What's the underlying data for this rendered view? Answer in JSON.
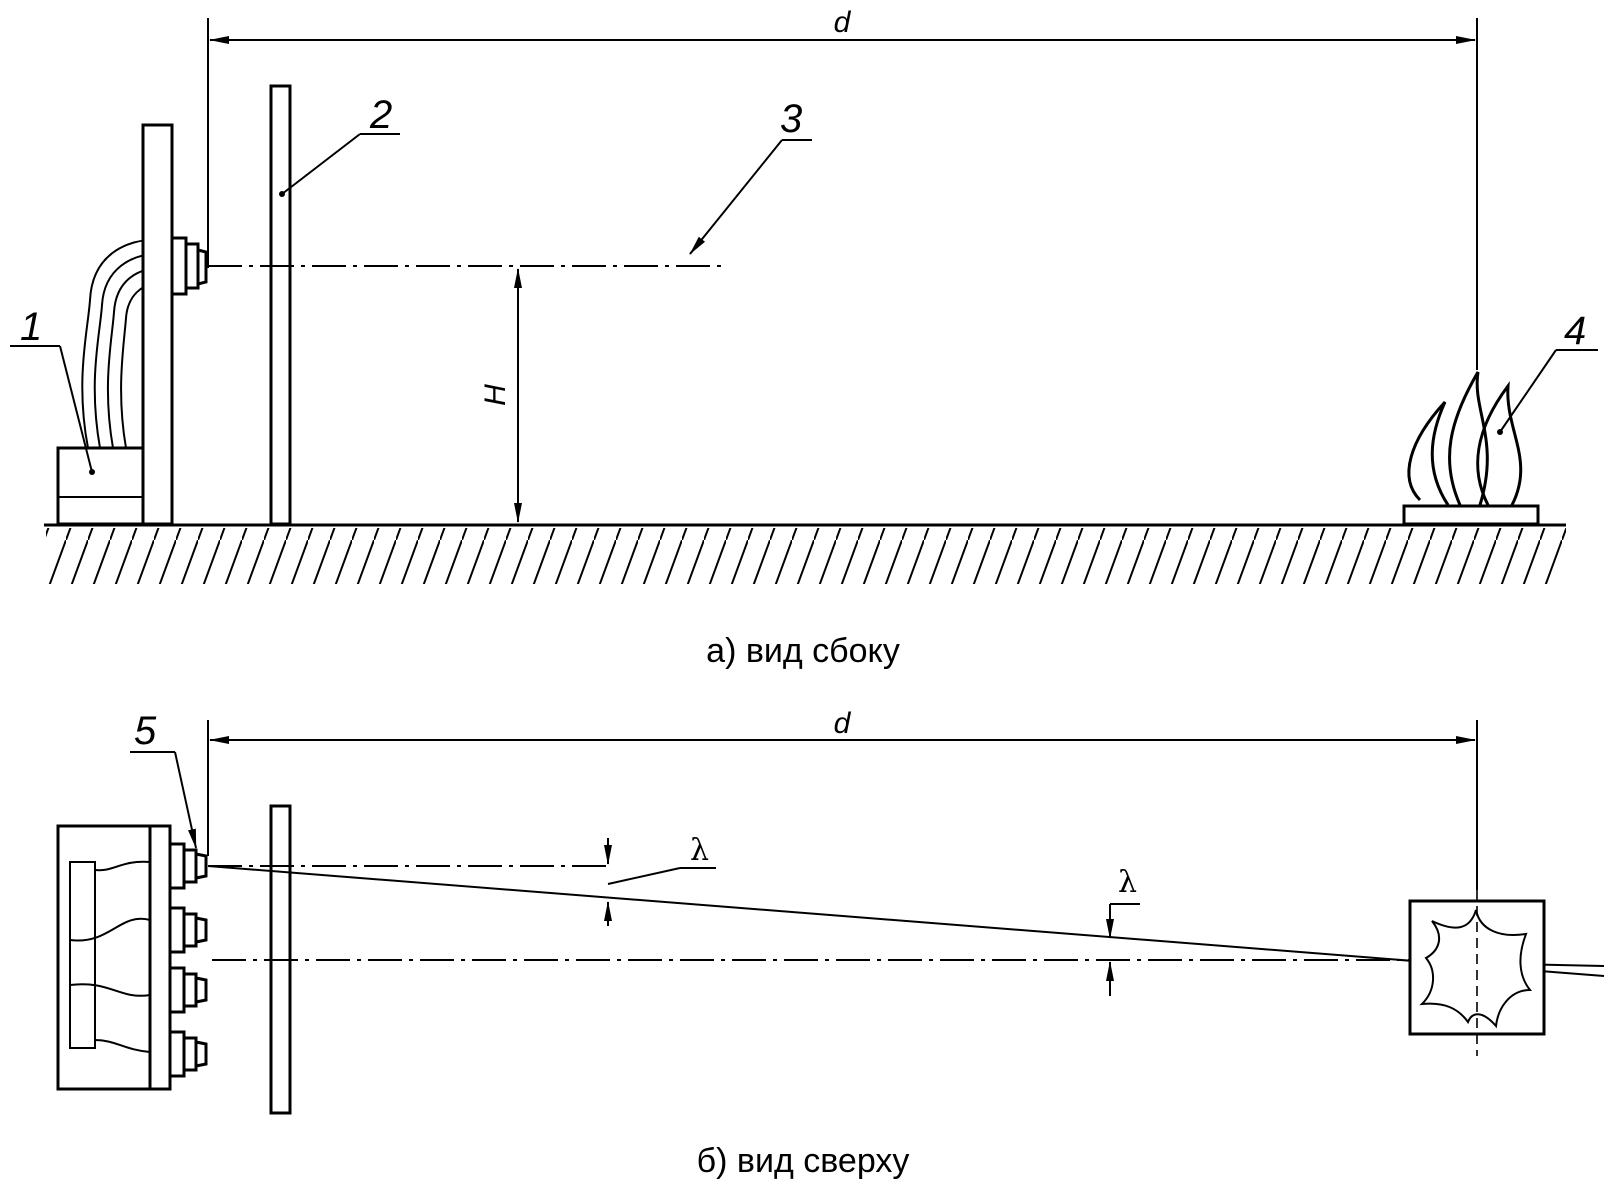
{
  "side_view": {
    "caption": "а) вид сбоку",
    "dim_d": "d",
    "dim_h": "H",
    "labels": {
      "l1": "1",
      "l2": "2",
      "l3": "3",
      "l4": "4"
    }
  },
  "top_view": {
    "caption": "б) вид сверху",
    "dim_d": "d",
    "label_5": "5",
    "lambda_1": "λ",
    "lambda_2": "λ"
  }
}
